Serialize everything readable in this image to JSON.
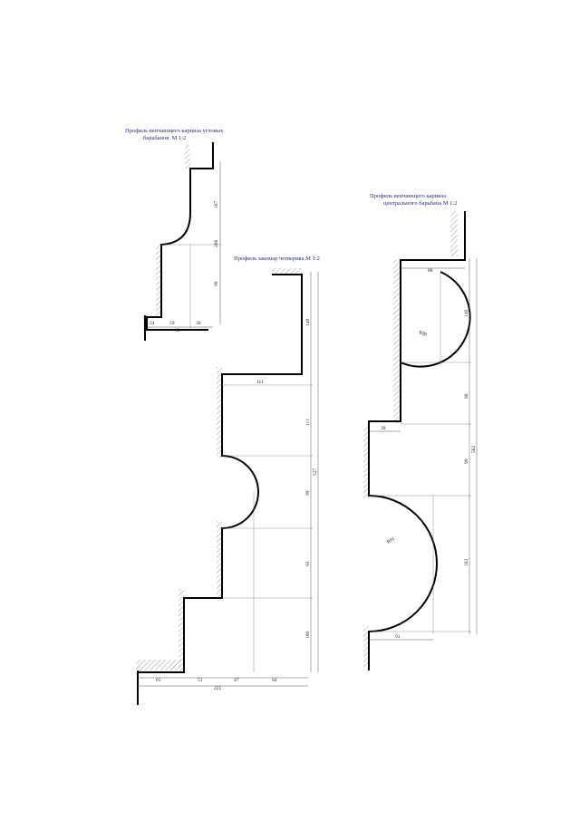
{
  "titles": {
    "corner_line1": "Профиль венчающего карниза угловых",
    "corner_line2": "барабанов. М 1:2",
    "zakomar": "Профиль закомар четверика  М 1:2",
    "central_line1": "Профиль венчающего карниза",
    "central_line2": "центрального барабана  М 1:2"
  },
  "corner_dims": {
    "d1": "107",
    "d2": "206",
    "d3": "99",
    "d4": "24",
    "d5": "59",
    "d6": "30",
    "d7": "83"
  },
  "zakomar_dims": {
    "d1": "140",
    "d2": "111",
    "d3": "111",
    "d4": "527",
    "d5": "99",
    "d6": "93",
    "d7": "100",
    "d8": "61",
    "d9": "51",
    "d10": "47",
    "d11": "64",
    "d12": "225"
  },
  "central_dims": {
    "d1": "88",
    "d2": "140",
    "d3": "R80",
    "d4": "80",
    "d5": "502",
    "d6": "39",
    "d7": "99",
    "d8": "R91",
    "d9": "183",
    "d10": "91"
  }
}
